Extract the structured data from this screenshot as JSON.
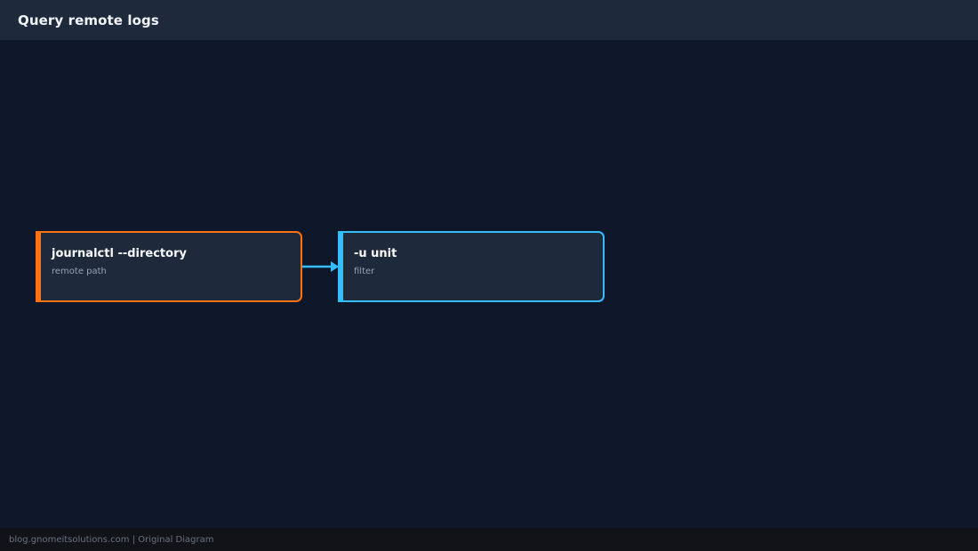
{
  "header": {
    "title": "Query remote logs"
  },
  "nodes": [
    {
      "title": "journalctl --directory",
      "subtitle": "remote path",
      "accent": "#f97316"
    },
    {
      "title": "-u unit",
      "subtitle": "filter",
      "accent": "#38bdf8"
    }
  ],
  "edge": {
    "color": "#38bdf8"
  },
  "footer": {
    "text": "blog.gnomeitsolutions.com | Original Diagram"
  }
}
